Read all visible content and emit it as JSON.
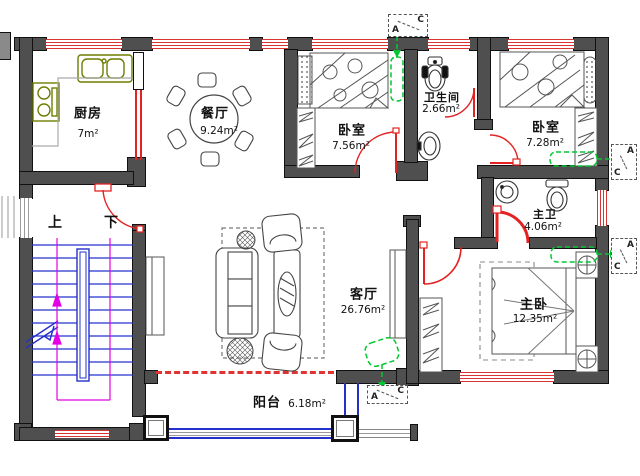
{
  "plan_type": "residential-floor-plan",
  "rooms": [
    {
      "name": "kitchen",
      "label": "厨房",
      "area": "7m²"
    },
    {
      "name": "dining-room",
      "label": "餐厅",
      "area": "9.24m²"
    },
    {
      "name": "bedroom-1",
      "label": "卧室",
      "area": "7.56m²"
    },
    {
      "name": "bathroom",
      "label": "卫生间",
      "area": "2.66m²"
    },
    {
      "name": "bedroom-2",
      "label": "卧室",
      "area": "7.28m²"
    },
    {
      "name": "master-bath",
      "label": "主卫",
      "area": "4.06m²"
    },
    {
      "name": "living-room",
      "label": "客厅",
      "area": "26.76m²"
    },
    {
      "name": "master-bedroom",
      "label": "主卧",
      "area": "12.35m²"
    },
    {
      "name": "balcony",
      "label": "阳台",
      "area": "6.18m²"
    }
  ],
  "stairs": {
    "up_label": "上",
    "down_label": "下"
  },
  "ac_marker": {
    "a": "A",
    "c": "C"
  },
  "colors": {
    "wall": "#4f4f4f",
    "window_red": "#d83434",
    "door_red": "#e42222",
    "ac_green": "#00c832",
    "stair_blue": "#2430cc",
    "guide_magenta": "#e400e4",
    "fixture_olive": "#6e7d00",
    "furniture_line": "#444444"
  }
}
